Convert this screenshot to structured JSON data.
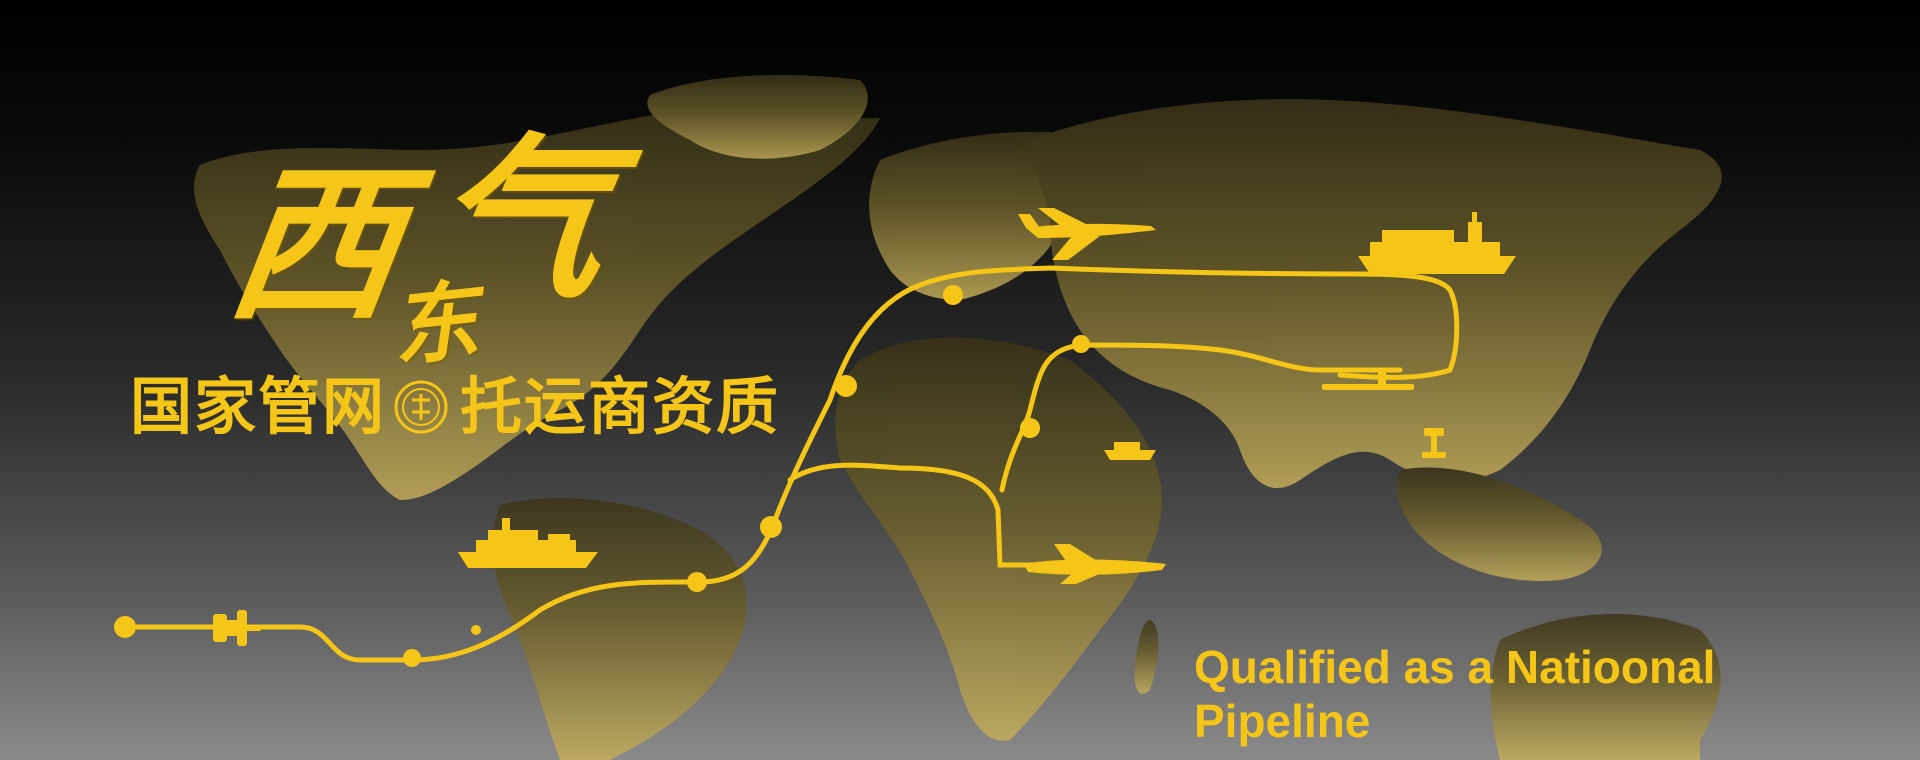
{
  "banner": {
    "title_char_1": "西",
    "title_char_2": "东",
    "title_char_3": "气",
    "subtitle_left": "国家管网",
    "subtitle_right": "托运商资质",
    "tagline": "Qualified as a Natioonal Pipeline"
  },
  "icons": {
    "seal": "round-seal-icon",
    "valve": "pipeline-valve-icon",
    "ship": "cargo-ship-icon",
    "plane": "airplane-icon",
    "tanker": "tanker-ship-icon"
  },
  "colors": {
    "accent": "#f5c518",
    "land": "#8a7a32",
    "background_top": "#000000",
    "background_bottom": "#8a8a8a"
  }
}
